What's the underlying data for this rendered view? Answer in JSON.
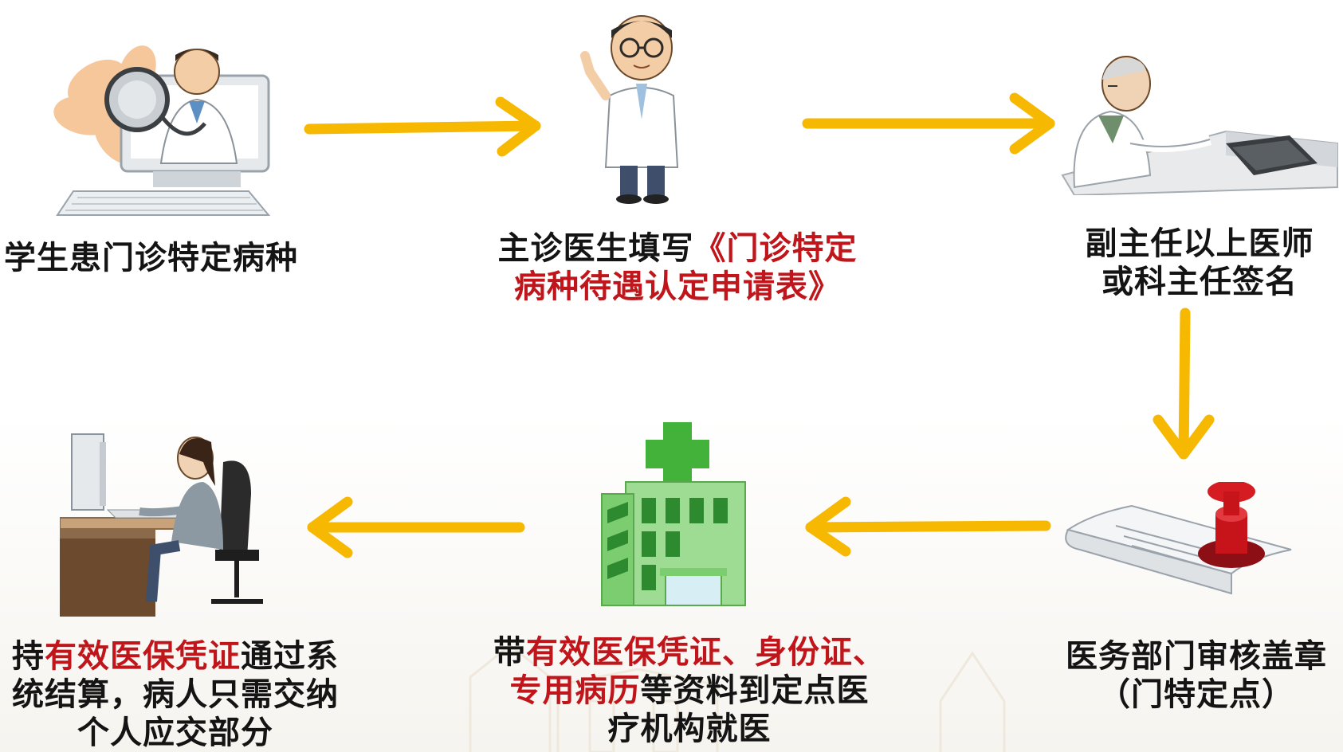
{
  "flow": {
    "step1": {
      "text": "学生患门诊特定病种"
    },
    "step2": {
      "line1_prefix": "主诊医生填写",
      "line1_highlight": "《门诊特定",
      "line2_highlight": "病种待遇认定申请表》"
    },
    "step3": {
      "line1": "副主任以上医师",
      "line2": "或科主任签名"
    },
    "step4": {
      "line1": "医务部门审核盖章",
      "line2": "（门特定点）"
    },
    "step5": {
      "line1_prefix": "带",
      "line1_highlight": "有效医保凭证、身份证、",
      "line2_highlight": "专用病历",
      "line2_suffix": "等资料到定点医",
      "line3": "疗机构就医"
    },
    "step6": {
      "line1_prefix": "持",
      "line1_highlight": "有效医保凭证",
      "line1_suffix": "通过系",
      "line2": "统结算，病人只需交纳",
      "line3": "个人应交部分"
    }
  },
  "colors": {
    "arrow": "#f6b800",
    "highlight": "#c0161b",
    "text": "#141414"
  },
  "icons": [
    "doctor-stethoscope-computer-icon",
    "doctor-pointing-icon",
    "senior-doctor-signing-icon",
    "stamp-document-icon",
    "hospital-building-icon",
    "cashier-computer-icon"
  ]
}
